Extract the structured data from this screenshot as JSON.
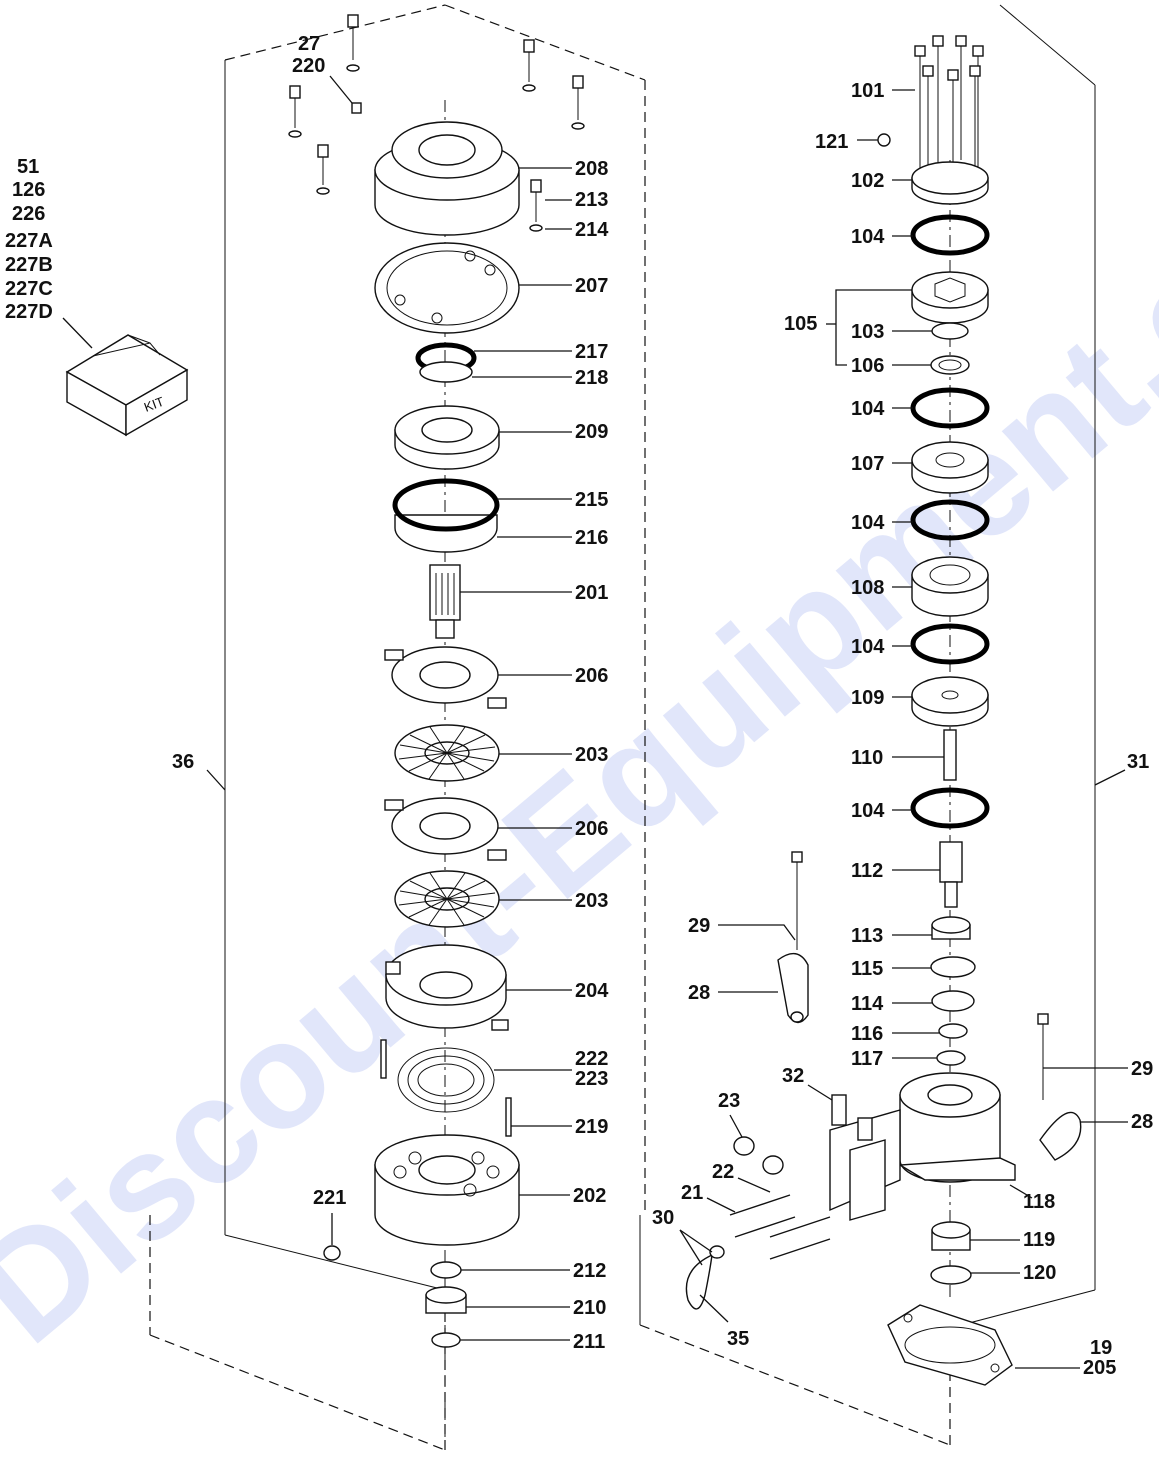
{
  "watermark": "Discount-Equipment.com",
  "kit": {
    "box_text": "KIT",
    "labels": [
      "51",
      "126",
      "226",
      "227A",
      "227B",
      "227C",
      "227D"
    ]
  },
  "labels": {
    "l27": "27",
    "l220": "220",
    "l208": "208",
    "l213": "213",
    "l214": "214",
    "l207": "207",
    "l217": "217",
    "l218": "218",
    "l209": "209",
    "l215": "215",
    "l216": "216",
    "l201": "201",
    "l206a": "206",
    "l203a": "203",
    "l206b": "206",
    "l203b": "203",
    "l204": "204",
    "l222": "222",
    "l223": "223",
    "l219": "219",
    "l202": "202",
    "l221": "221",
    "l212": "212",
    "l210": "210",
    "l211": "211",
    "l36": "36",
    "l31": "31",
    "l101": "101",
    "l121": "121",
    "l102": "102",
    "l104a": "104",
    "l105": "105",
    "l103": "103",
    "l106": "106",
    "l104b": "104",
    "l107": "107",
    "l104c": "104",
    "l108": "108",
    "l104d": "104",
    "l109": "109",
    "l110": "110",
    "l104e": "104",
    "l112": "112",
    "l113": "113",
    "l115": "115",
    "l114": "114",
    "l116": "116",
    "l117": "117",
    "l29a": "29",
    "l28a": "28",
    "l29b": "29",
    "l28b": "28",
    "l32": "32",
    "l23": "23",
    "l22": "22",
    "l21": "21",
    "l30": "30",
    "l35": "35",
    "l118": "118",
    "l119": "119",
    "l120": "120",
    "l19": "19",
    "l205": "205"
  }
}
